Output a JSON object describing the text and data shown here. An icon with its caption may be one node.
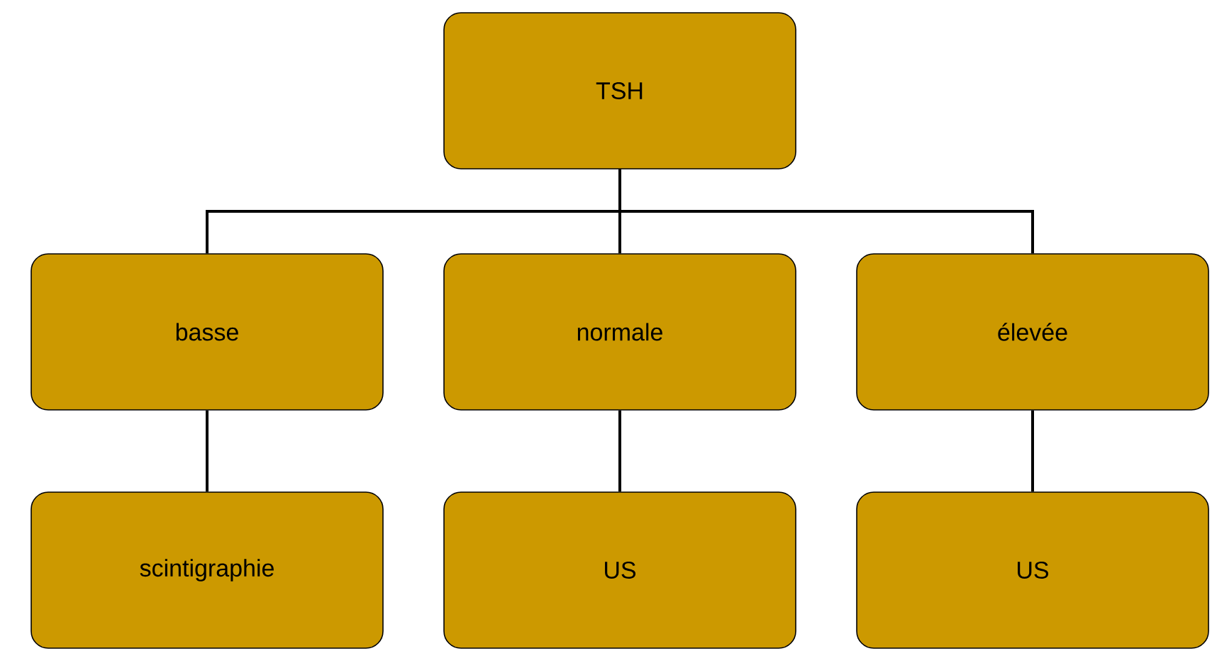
{
  "diagram": {
    "nodes": [
      {
        "text": [
          "TSH"
        ]
      },
      {
        "text": [
          "basse"
        ]
      },
      {
        "text": [
          "normale"
        ]
      },
      {
        "text": [
          "élevée"
        ]
      },
      {
        "text": [
          "scintigraphie"
        ]
      },
      {
        "text": [
          "US"
        ]
      },
      {
        "text": [
          "US"
        ]
      }
    ],
    "edges": [
      {
        "from": 0,
        "to": 1,
        "arrow": "none"
      },
      {
        "from": 0,
        "to": 2,
        "arrow": "none"
      },
      {
        "from": 0,
        "to": 3,
        "arrow": "none"
      },
      {
        "from": 1,
        "to": 4,
        "arrow": "none"
      },
      {
        "from": 2,
        "to": 5,
        "arrow": "none"
      },
      {
        "from": 3,
        "to": 6,
        "arrow": "none"
      }
    ]
  }
}
